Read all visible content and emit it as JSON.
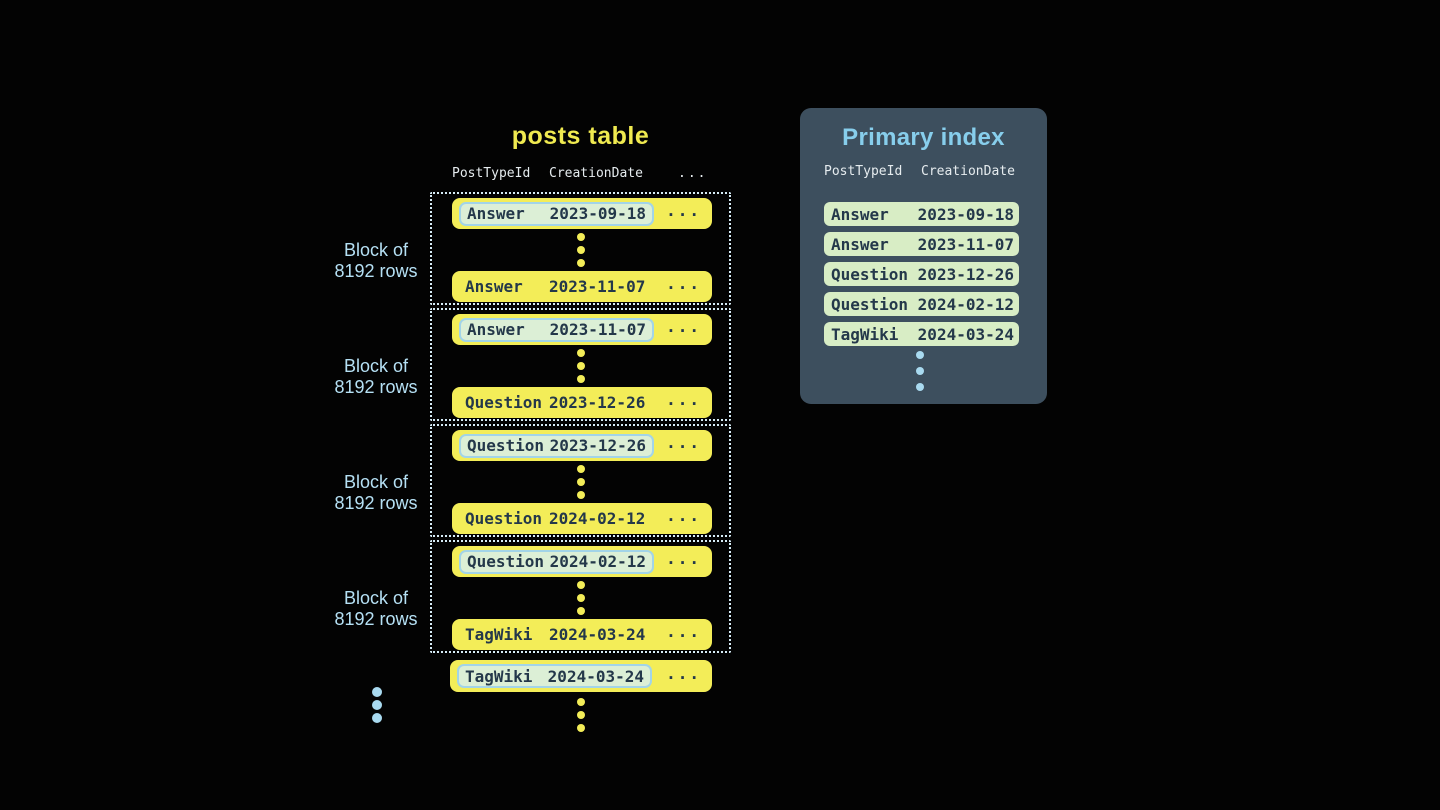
{
  "colors": {
    "background": "#030303",
    "accent_yellow": "#f3ed58",
    "accent_light_blue": "#b5e0f4",
    "panel_background": "#3d4f5e",
    "panel_title_blue": "#87ceec",
    "highlight_mint": "#dcefd6",
    "highlight_border_blue": "#a2d4e8",
    "index_row_mint": "#d8edc5",
    "dark_text": "#24384a",
    "header_text": "#e6ecef"
  },
  "posts_table": {
    "title": "posts table",
    "columns": [
      "PostTypeId",
      "CreationDate",
      "..."
    ],
    "ellipsis": "...",
    "block_label": {
      "line1": "Block of",
      "line2": "8192 rows"
    },
    "blocks": [
      {
        "first": {
          "type": "Answer",
          "date": "2023-09-18"
        },
        "last": {
          "type": "Answer",
          "date": "2023-11-07"
        }
      },
      {
        "first": {
          "type": "Answer",
          "date": "2023-11-07"
        },
        "last": {
          "type": "Question",
          "date": "2023-12-26"
        }
      },
      {
        "first": {
          "type": "Question",
          "date": "2023-12-26"
        },
        "last": {
          "type": "Question",
          "date": "2024-02-12"
        }
      },
      {
        "first": {
          "type": "Question",
          "date": "2024-02-12"
        },
        "last": {
          "type": "TagWiki",
          "date": "2024-03-24"
        }
      }
    ],
    "overflow_row": {
      "type": "TagWiki",
      "date": "2024-03-24"
    }
  },
  "primary_index": {
    "title": "Primary index",
    "columns": [
      "PostTypeId",
      "CreationDate"
    ],
    "rows": [
      {
        "type": "Answer",
        "date": "2023-09-18"
      },
      {
        "type": "Answer",
        "date": "2023-11-07"
      },
      {
        "type": "Question",
        "date": "2023-12-26"
      },
      {
        "type": "Question",
        "date": "2024-02-12"
      },
      {
        "type": "TagWiki",
        "date": "2024-03-24"
      }
    ]
  }
}
